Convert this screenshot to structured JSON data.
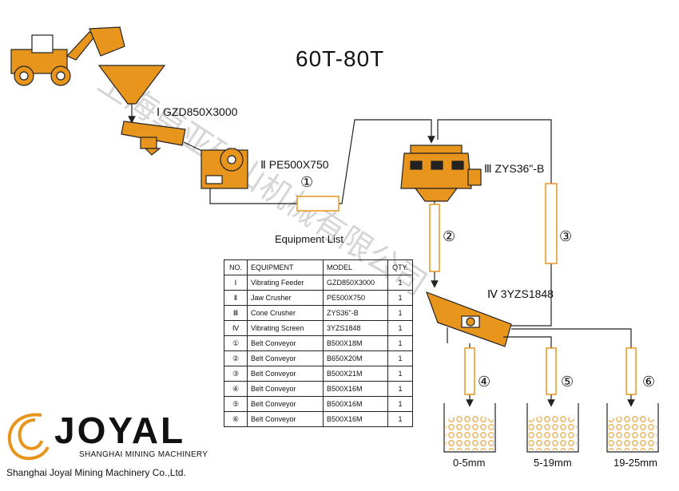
{
  "title": "60T-80T",
  "colors": {
    "orange": "#E8951E",
    "line": "#222222",
    "watermark": "#d6d6d6"
  },
  "machines": {
    "feeder": "Ⅰ  GZD850X3000",
    "jaw": "Ⅱ  PE500X750",
    "cone": "Ⅲ  ZYS36\"-B",
    "screen": "Ⅳ  3YZS1848"
  },
  "conveyor_marks": [
    "①",
    "②",
    "③",
    "④",
    "⑤",
    "⑥"
  ],
  "product_sizes": [
    "0-5mm",
    "5-19mm",
    "19-25mm"
  ],
  "equipment_list": {
    "title": "Equipment List",
    "headers": [
      "NO.",
      "EQUIPMENT",
      "MODEL",
      "QTY."
    ],
    "rows": [
      [
        "Ⅰ",
        "Vibrating Feeder",
        "GZD850X3000",
        "1"
      ],
      [
        "Ⅱ",
        "Jaw Crusher",
        "PE500X750",
        "1"
      ],
      [
        "Ⅲ",
        "Cone Crusher",
        "ZYS36\"-B",
        "1"
      ],
      [
        "Ⅳ",
        "Vibrating Screen",
        "3YZS1848",
        "1"
      ],
      [
        "①",
        "Belt Conveyor",
        "B500X18M",
        "1"
      ],
      [
        "②",
        "Belt Conveyor",
        "B650X20M",
        "1"
      ],
      [
        "③",
        "Belt Conveyor",
        "B500X21M",
        "1"
      ],
      [
        "④",
        "Belt Conveyor",
        "B500X16M",
        "1"
      ],
      [
        "⑤",
        "Belt Conveyor",
        "B500X16M",
        "1"
      ],
      [
        "⑥",
        "Belt Conveyor",
        "B500X16M",
        "1"
      ]
    ]
  },
  "logo": {
    "word": "JOYAL",
    "subtitle": "SHANGHAI MINING MACHINERY",
    "company": "Shanghai Joyal Mining Machinery Co.,Ltd."
  },
  "watermark": "上海卓亚矿山机械有限公司"
}
